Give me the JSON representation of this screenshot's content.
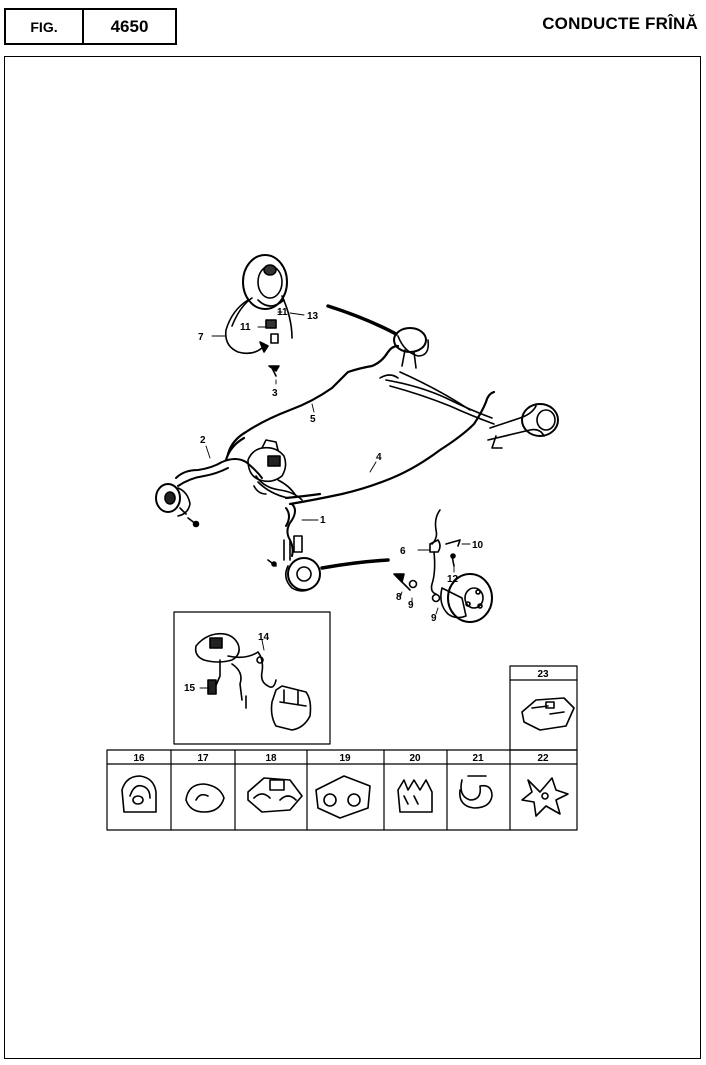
{
  "header": {
    "fig_label": "FIG.",
    "fig_number": "4650",
    "title": "CONDUCTE FRÎNĂ"
  },
  "callouts": [
    "1",
    "2",
    "3",
    "4",
    "5",
    "6",
    "7",
    "8",
    "9",
    "10",
    "11",
    "12",
    "13",
    "14",
    "15"
  ],
  "callout_repeat": {
    "nine": "9",
    "eleven": "11"
  },
  "clip_table": {
    "cells": [
      "16",
      "17",
      "18",
      "19",
      "20",
      "21",
      "22"
    ],
    "extra": "23"
  }
}
